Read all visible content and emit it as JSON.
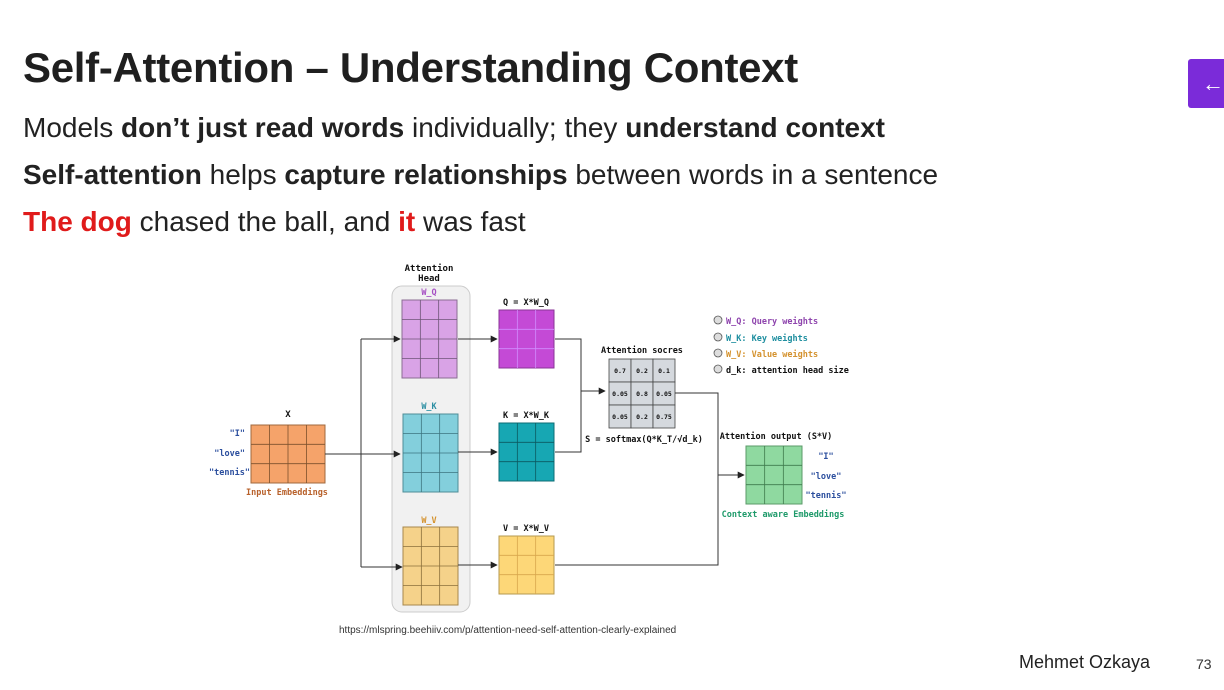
{
  "slide": {
    "title": "Self-Attention – Understanding Context",
    "line1": {
      "a": "Models ",
      "b": "don’t just read words",
      "c": " individually; they ",
      "d": "understand context"
    },
    "line2": {
      "a": "Self-attention",
      "b": " helps ",
      "c": "capture relationships",
      "d": " between words in a sentence"
    },
    "line3": {
      "a": "The dog",
      "b": " chased the ball, and ",
      "c": "it",
      "d": " was fast"
    },
    "source": "https://mlspring.beehiiv.com/p/attention-need-self-attention-clearly-explained",
    "author": "Mehmet Ozkaya",
    "page": "73",
    "back_icon": "arrow-left-icon"
  },
  "diagram": {
    "head_label_1": "Attention",
    "head_label_2": "Head",
    "wq_label": "W_Q",
    "wk_label": "W_K",
    "wv_label": "W_V",
    "x_label": "X",
    "input_tokens": [
      "\"I\"",
      "\"love\"",
      "\"tennis\""
    ],
    "input_caption": "Input Embeddings",
    "q_label": "Q = X*W_Q",
    "k_label": "K = X*W_K",
    "v_label": "V = X*W_V",
    "scores_title": "Attention socres",
    "scores": [
      [
        "0.7",
        "0.2",
        "0.1"
      ],
      [
        "0.05",
        "0.8",
        "0.05"
      ],
      [
        "0.05",
        "0.2",
        "0.75"
      ]
    ],
    "softmax_formula": "S = softmax(Q*K_T/√d_k)",
    "legend": [
      "W_Q: Query weights",
      "W_K: Key weights",
      "W_V: Value weights",
      "d_k: attention head size"
    ],
    "output_title": "Attention output (S*V)",
    "output_tokens": [
      "\"I\"",
      "\"love\"",
      "\"tennis\""
    ],
    "output_caption": "Context aware Embeddings",
    "colors": {
      "wq": "#d9a3e6",
      "wk": "#83cfdc",
      "wv": "#f5d28a",
      "q": "#c44ad6",
      "k": "#17a7b3",
      "v": "#fdd778",
      "x": "#f5a36a",
      "out": "#8fd9a0",
      "scores": "#d5d9de",
      "head_bg": "#f1f1f1"
    }
  }
}
